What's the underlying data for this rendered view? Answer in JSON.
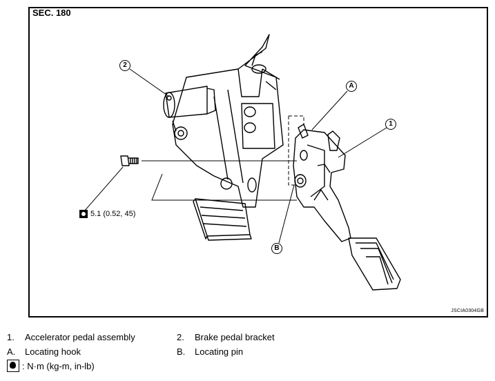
{
  "diagram": {
    "section": "SEC. 180",
    "figure_code": "JSCIA0304GB",
    "callouts": {
      "one": "1",
      "two": "2",
      "a": "A",
      "b": "B"
    },
    "torque_spec": "5.1 (0.52, 45)"
  },
  "legend": {
    "item1_num": "1.",
    "item1_label": "Accelerator pedal assembly",
    "item2_num": "2.",
    "item2_label": "Brake pedal bracket",
    "itemA_num": "A.",
    "itemA_label": "Locating hook",
    "itemB_num": "B.",
    "itemB_label": "Locating pin",
    "unit_label": ": N·m (kg-m, in-lb)"
  },
  "icons": {
    "torque": "torque-wrench-icon"
  }
}
